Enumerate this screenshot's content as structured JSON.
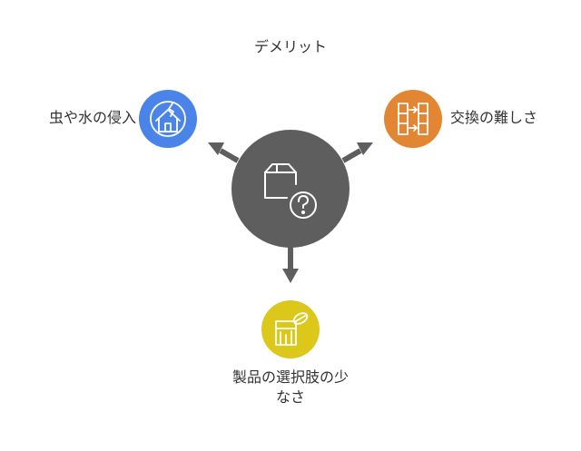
{
  "title": "デメリット",
  "branches": {
    "left": {
      "label": "虫や水の侵入",
      "color": "#4A84E8",
      "icon": "house-crack-icon"
    },
    "right": {
      "label": "交換の難しさ",
      "color": "#E28634",
      "icon": "exchange-columns-icon"
    },
    "bottom": {
      "label_line1": "製品の選択肢の少",
      "label_line2": "なさ",
      "color": "#DCC71B",
      "icon": "product-options-icon"
    }
  },
  "center": {
    "color": "#5E5E5E",
    "icon": "box-question-icon"
  },
  "arrow_color": "#5E5E5E"
}
